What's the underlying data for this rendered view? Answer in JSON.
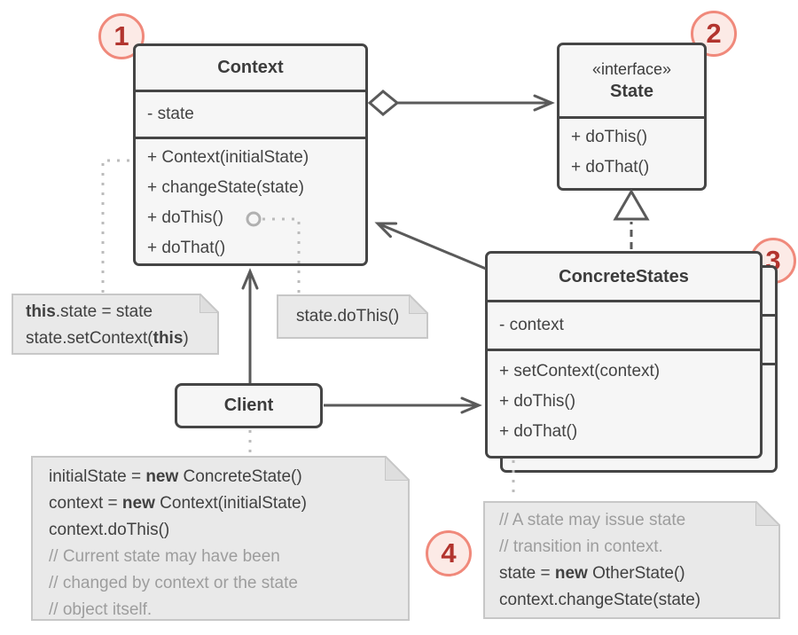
{
  "classes": {
    "context": {
      "name": "Context",
      "attributes": [
        "- state"
      ],
      "methods": [
        "+ Context(initialState)",
        "+ changeState(state)",
        "+ doThis()",
        "+ doThat()"
      ]
    },
    "state": {
      "stereotype": "«interface»",
      "name": "State",
      "methods": [
        "+ doThis()",
        "+ doThat()"
      ]
    },
    "concrete_states": {
      "name": "ConcreteStates",
      "attributes": [
        "- context"
      ],
      "methods": [
        "+ setContext(context)",
        "+ doThis()",
        "+ doThat()"
      ]
    },
    "client": {
      "name": "Client"
    }
  },
  "badges": {
    "one": "1",
    "two": "2",
    "three": "3",
    "four": "4"
  },
  "notes": {
    "set_state": {
      "lines": [
        "**this**.state = state",
        "state.setContext(**this**)"
      ]
    },
    "delegate": {
      "lines": [
        "state.doThis()"
      ]
    },
    "client_code": {
      "lines": [
        "initialState = **new** ConcreteState()",
        "context = **new** Context(initialState)",
        "context.doThis()",
        "// Current state may have been",
        "// changed by context or the state",
        "// object itself."
      ]
    },
    "transition": {
      "lines": [
        "// A state may issue state",
        "// transition in context.",
        "state = **new** OtherState()",
        "context.changeState(state)"
      ]
    }
  },
  "colors": {
    "box_border": "#454545",
    "box_fill": "#f6f6f6",
    "connector": "#5a5a5a",
    "anchor_dash": "#bcbcbc",
    "note_fill": "#e9e9e9",
    "note_border": "#c7c7c7",
    "note_fold": "#dedede",
    "comment_text": "#9d9d9d",
    "badge_ring": "#f0897b",
    "badge_fill": "#fceae6",
    "badge_number": "#b2342e"
  }
}
